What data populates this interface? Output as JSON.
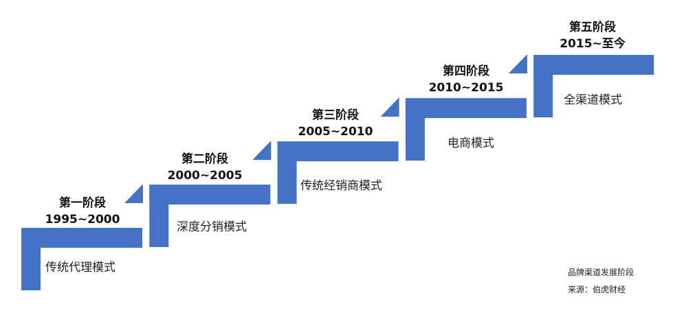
{
  "accent_color": "#4472C4",
  "stages": [
    {
      "name": "第一阶段",
      "period": "1995~2000",
      "mode": "传统代理模式"
    },
    {
      "name": "第二阶段",
      "period": "2000~2005",
      "mode": "深度分销模式"
    },
    {
      "name": "第三阶段",
      "period": "2005~2010",
      "mode": "传统经销商模式"
    },
    {
      "name": "第四阶段",
      "period": "2010~2015",
      "mode": "电商模式"
    },
    {
      "name": "第五阶段",
      "period": "2015~至今",
      "mode": "全渠道模式"
    }
  ],
  "caption": "品牌渠道发展阶段",
  "source": "来源：伯虎财经"
}
